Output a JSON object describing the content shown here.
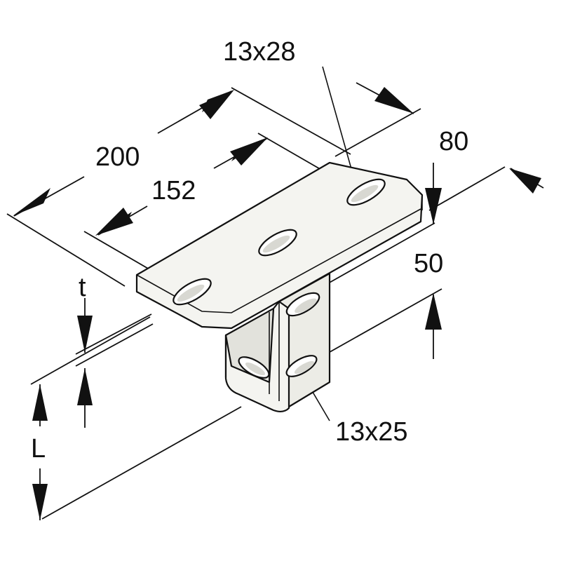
{
  "diagram": {
    "dimensions": {
      "length_total": "200",
      "hole_spacing": "152",
      "top_hole": "13x28",
      "width": "80",
      "profile_height": "50",
      "thickness": "t",
      "length": "L",
      "side_hole": "13x25"
    },
    "colors": {
      "line": "#111111",
      "background": "#ffffff"
    }
  }
}
